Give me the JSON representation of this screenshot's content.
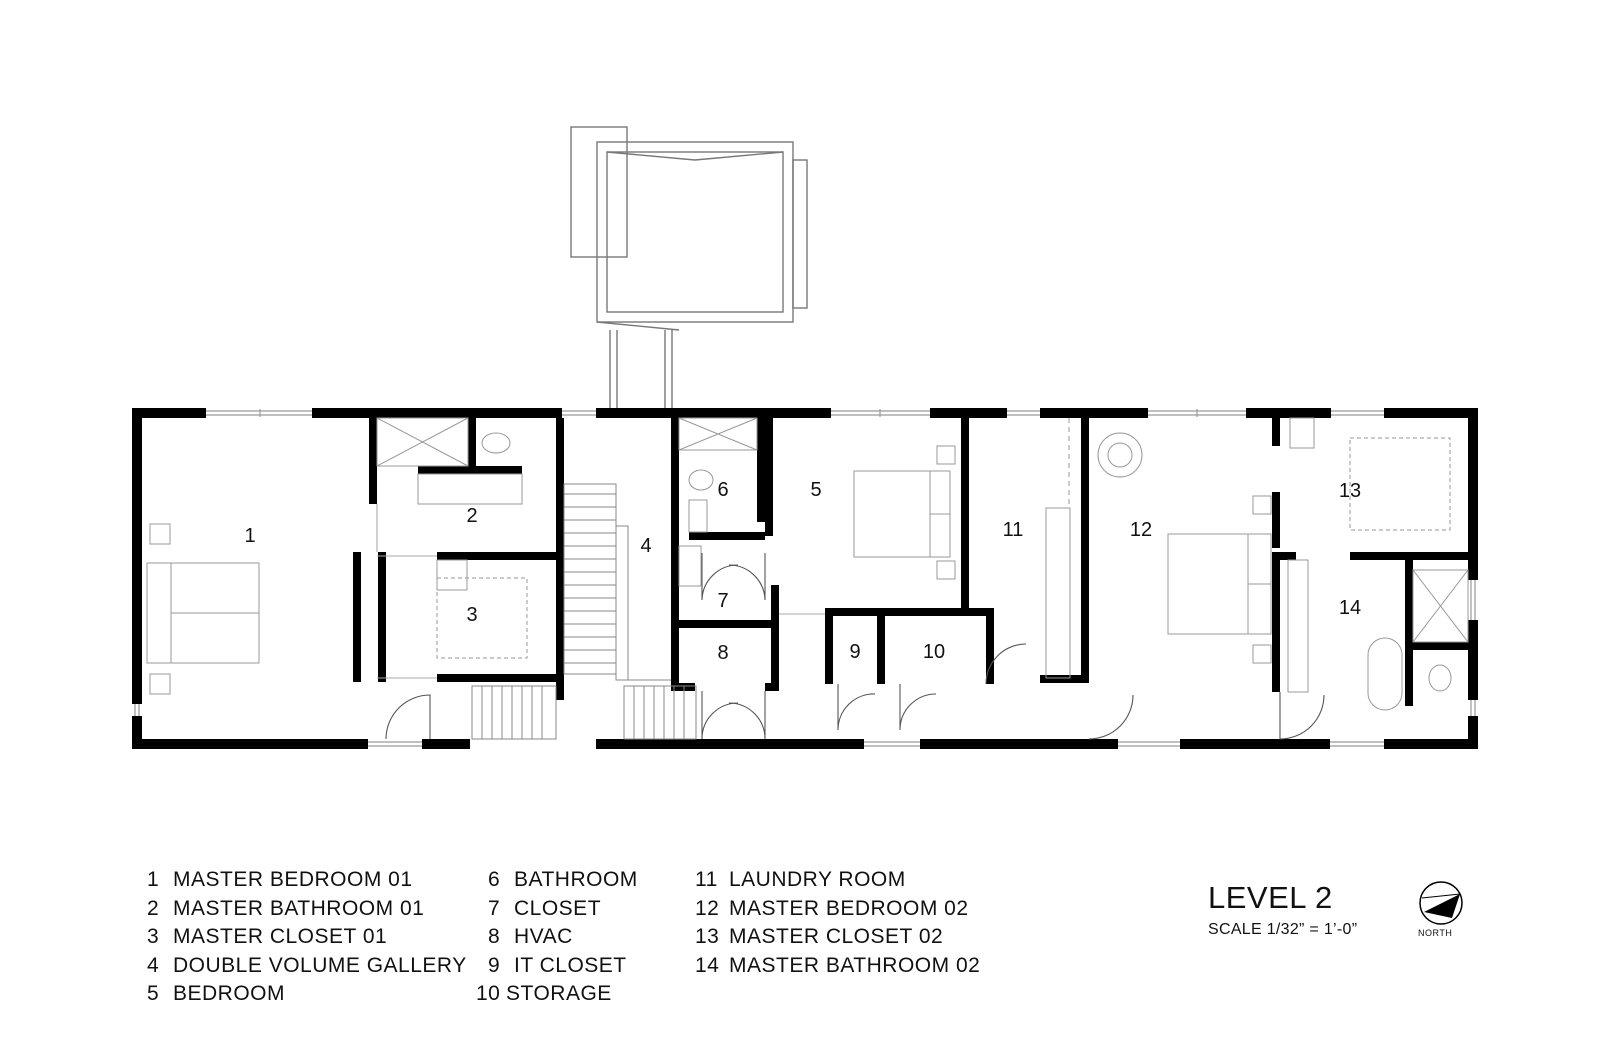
{
  "rooms": [
    {
      "num": "1"
    },
    {
      "num": "2"
    },
    {
      "num": "3"
    },
    {
      "num": "4"
    },
    {
      "num": "5"
    },
    {
      "num": "6"
    },
    {
      "num": "7"
    },
    {
      "num": "8"
    },
    {
      "num": "9"
    },
    {
      "num": "10"
    },
    {
      "num": "11"
    },
    {
      "num": "12"
    },
    {
      "num": "13"
    },
    {
      "num": "14"
    }
  ],
  "legend": {
    "col1": [
      {
        "num": "1",
        "label": "MASTER BEDROOM 01"
      },
      {
        "num": "2",
        "label": "MASTER BATHROOM 01"
      },
      {
        "num": "3",
        "label": "MASTER CLOSET 01"
      },
      {
        "num": "4",
        "label": "DOUBLE VOLUME GALLERY"
      },
      {
        "num": "5",
        "label": "BEDROOM"
      }
    ],
    "col2": [
      {
        "num": "6",
        "label": "BATHROOM"
      },
      {
        "num": "7",
        "label": "CLOSET"
      },
      {
        "num": "8",
        "label": "HVAC"
      },
      {
        "num": "9",
        "label": "IT CLOSET"
      },
      {
        "num": "10",
        "label": "STORAGE"
      }
    ],
    "col3": [
      {
        "num": "11",
        "label": "LAUNDRY ROOM"
      },
      {
        "num": "12",
        "label": "MASTER BEDROOM 02"
      },
      {
        "num": "13",
        "label": "MASTER CLOSET 02"
      },
      {
        "num": "14",
        "label": "MASTER BATHROOM 02"
      }
    ]
  },
  "title_block": {
    "level": "LEVEL 2",
    "scale": "SCALE 1/32” = 1’-0”",
    "north": "NORTH"
  }
}
